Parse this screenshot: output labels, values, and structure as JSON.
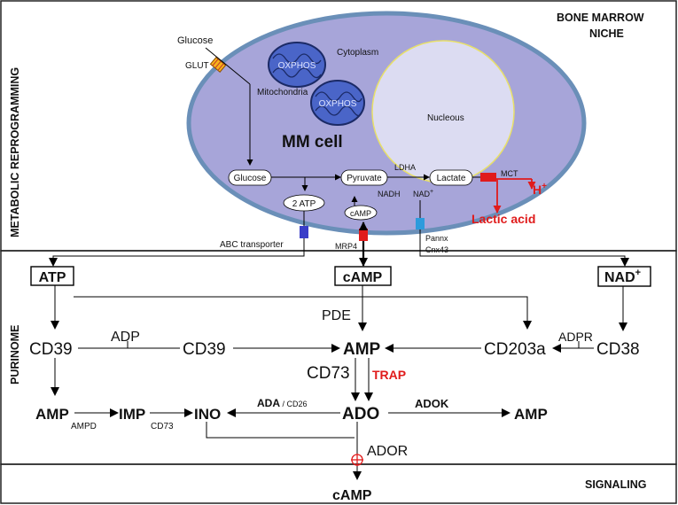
{
  "sections": {
    "niche_line1": "BONE MARROW",
    "niche_line2": "NICHE",
    "metabolic": "METABOLIC REPROGRAMMING",
    "purinome": "PURINOME",
    "signaling": "SIGNALING"
  },
  "cell": {
    "title": "MM cell",
    "cytoplasm": "Cytoplasm",
    "mitochondria": "Mitochondria",
    "nucleus": "Nucleous",
    "oxphos": "OXPHOS",
    "glucose_out": "Glucose",
    "glut": "GLUT",
    "glucose_in": "Glucose",
    "pyruvate": "Pyruvate",
    "lactate": "Lactate",
    "ldha": "LDHA",
    "nadh": "NADH",
    "nad": "NAD",
    "nad_sup": "+",
    "two_atp": "2 ATP",
    "camp_in": "cAMP",
    "mct": "MCT",
    "h": "H",
    "h_sup": "+",
    "lactic_acid": "Lactic acid"
  },
  "transporters": {
    "abc": "ABC transporter",
    "mrp4": "MRP4",
    "pannx": "Pannx",
    "cnx43": "Cnx43"
  },
  "purinome": {
    "atp_box": "ATP",
    "camp_box": "cAMP",
    "nad_box": "NAD",
    "nad_box_sup": "+",
    "pde": "PDE",
    "cd39_left": "CD39",
    "adp": "ADP",
    "cd39_mid": "CD39",
    "amp_center": "AMP",
    "cd203a": "CD203a",
    "adpr": "ADPR",
    "cd38": "CD38",
    "cd73": "CD73",
    "trap": "TRAP",
    "amp_left": "AMP",
    "ampd": "AMPD",
    "imp": "IMP",
    "cd73_small": "CD73",
    "ino": "INO",
    "ada": "ADA",
    "cd26": " / CD26",
    "ado": "ADO",
    "adok": "ADOK",
    "amp_right": "AMP",
    "ador": "ADOR",
    "camp_bottom": "cAMP"
  },
  "colors": {
    "cell_fill": "#a7a5d9",
    "cell_border": "#6a8fb8",
    "mito_fill": "#4a65c8",
    "nucleus_fill": "#dcdcf2",
    "red": "#e01b1b",
    "blue_transporter": "#3a3ec8",
    "cyan_transporter": "#2d9bdc"
  }
}
